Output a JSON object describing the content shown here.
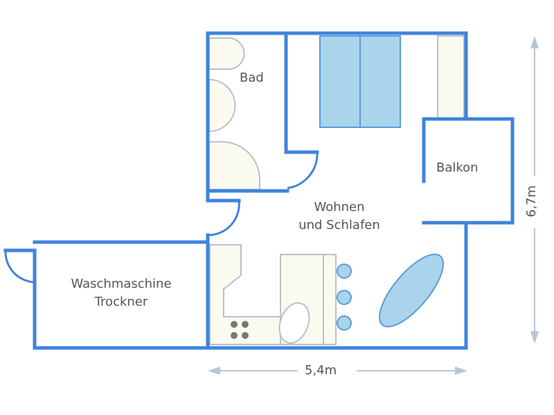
{
  "rooms": {
    "bad": "Bad",
    "balkon": "Balkon",
    "wohnen_line1": "Wohnen",
    "wohnen_line2": "und Schlafen",
    "wasch_line1": "Waschmaschine",
    "wasch_line2": "Trockner"
  },
  "dimensions": {
    "width": "5,4m",
    "height": "6,7m"
  },
  "colors": {
    "wall": "#3f83dc",
    "furniture_blue": "#a9d4ec",
    "furniture_cream": "#fbfaef"
  }
}
